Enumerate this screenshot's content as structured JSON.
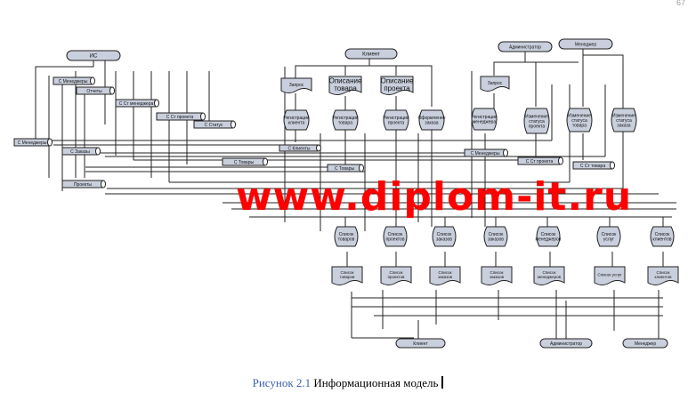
{
  "page": {
    "number": "67"
  },
  "watermark": "www.diplom-it.ru",
  "caption": {
    "label": "Рисунок 2.1",
    "text": "Информационная модель"
  },
  "diagram": {
    "actors": [
      "ИС",
      "Клиент",
      "Администратор",
      "Менеджер"
    ],
    "bottom_actors": [
      "Клиент",
      "Администратор",
      "Менеджер"
    ],
    "left_stores": [
      "С Менеджеры",
      "Отчеты",
      "С Ст менеджера",
      "С Ст проекта",
      "С Статус",
      "С Заказы",
      "С Товары",
      "Проекты"
    ],
    "client_docs": [
      "Запрос",
      "Описание товара",
      "Описание проекта"
    ],
    "client_processes": [
      "Регистрация клиента",
      "Регистрация товара",
      "Регистрация проекта",
      "Оформление заказа"
    ],
    "admin_docs": [
      "Запрос"
    ],
    "admin_processes": [
      "Регистрация менеджера",
      "Изменение статуса проекта",
      "Изменение статуса товара",
      "Изменение статуса заказа"
    ],
    "mid_stores": [
      "С Клиенты",
      "С Товары",
      "С Менеджеры",
      "С Ст проекта",
      "С Ст товара"
    ],
    "lists": [
      "Список товаров",
      "Список проектов",
      "Список заказов",
      "Список заказов",
      "Список менеджеров",
      "Список услуг",
      "Список клиентов"
    ],
    "list_docs": [
      "Список товаров",
      "Список проектов",
      "Список заказов",
      "Список заказов",
      "Список менеджеров",
      "Список услуг",
      "Список клиентов"
    ]
  }
}
